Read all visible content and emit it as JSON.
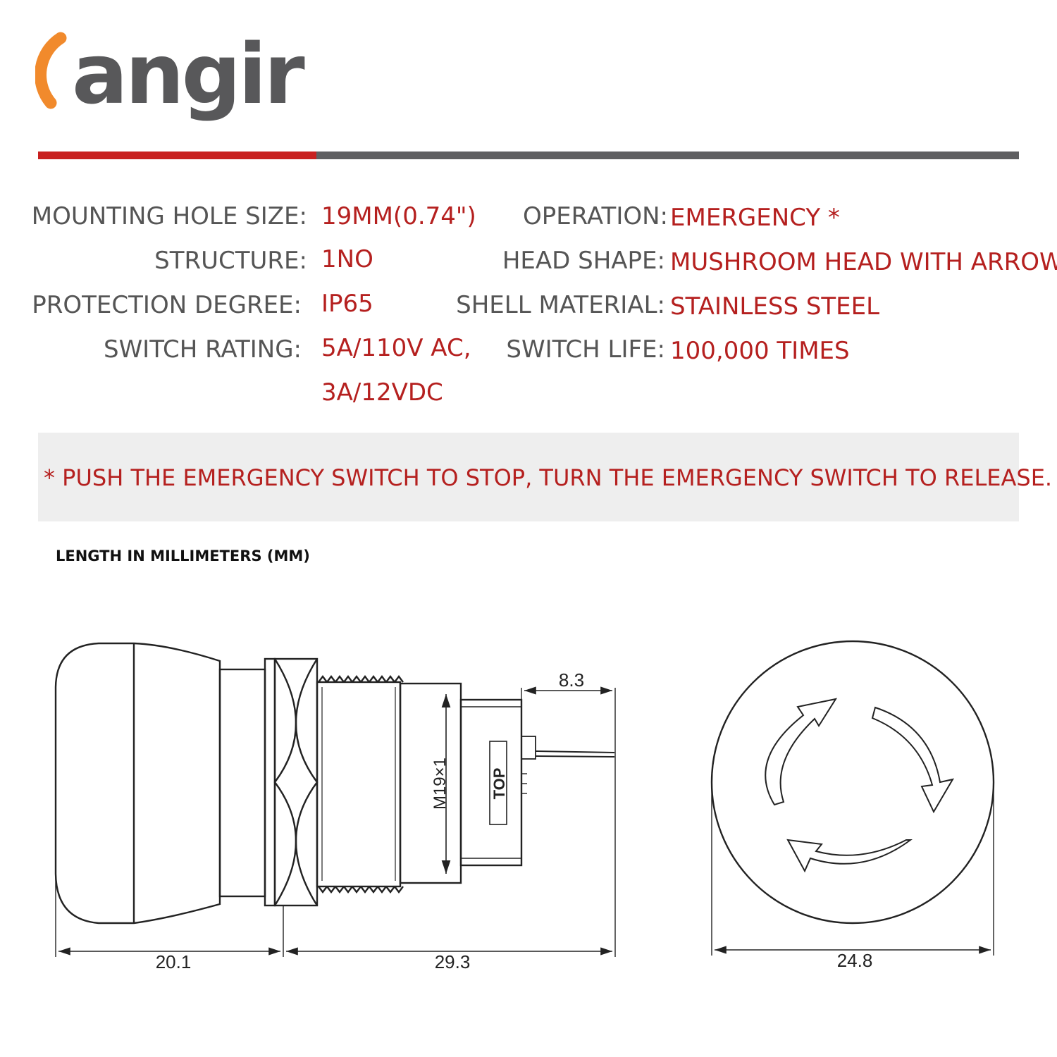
{
  "brand": {
    "logo_text": "angir",
    "colors": {
      "accent": "#f18a2c",
      "logo_grey": "#58585a",
      "red": "#c8201f",
      "grey": "#5f5f61",
      "label_grey": "#555555",
      "value_red": "#b5201f",
      "note_bg": "#eeeeee"
    }
  },
  "specs": {
    "left": [
      {
        "label": "MOUNTING HOLE SIZE:",
        "value": "19MM(0.74\")"
      },
      {
        "label": "STRUCTURE:",
        "value": "1NO"
      },
      {
        "label": "PROTECTION DEGREE:",
        "value": "IP65"
      },
      {
        "label": "SWITCH RATING:",
        "value": "5A/110V AC,",
        "value_line2": "3A/12VDC"
      }
    ],
    "right": [
      {
        "label": "OPERATION:",
        "value": "EMERGENCY  *"
      },
      {
        "label": "HEAD SHAPE:",
        "value": "MUSHROOM HEAD WITH ARROW"
      },
      {
        "label": "SHELL MATERIAL:",
        "value": "STAINLESS STEEL"
      },
      {
        "label": "SWITCH LIFE:",
        "value": "100,000 TIMES"
      }
    ]
  },
  "note": "*  PUSH THE EMERGENCY SWITCH TO STOP, TURN THE EMERGENCY SWITCH TO RELEASE.",
  "units_note": "LENGTH IN MILLIMETERS (MM)",
  "drawing": {
    "thread_label": "M19×1",
    "top_label": "TOP",
    "dimensions": {
      "head_length": "20.1",
      "body_length": "29.3",
      "terminal_length": "8.3",
      "diameter": "24.8"
    }
  }
}
